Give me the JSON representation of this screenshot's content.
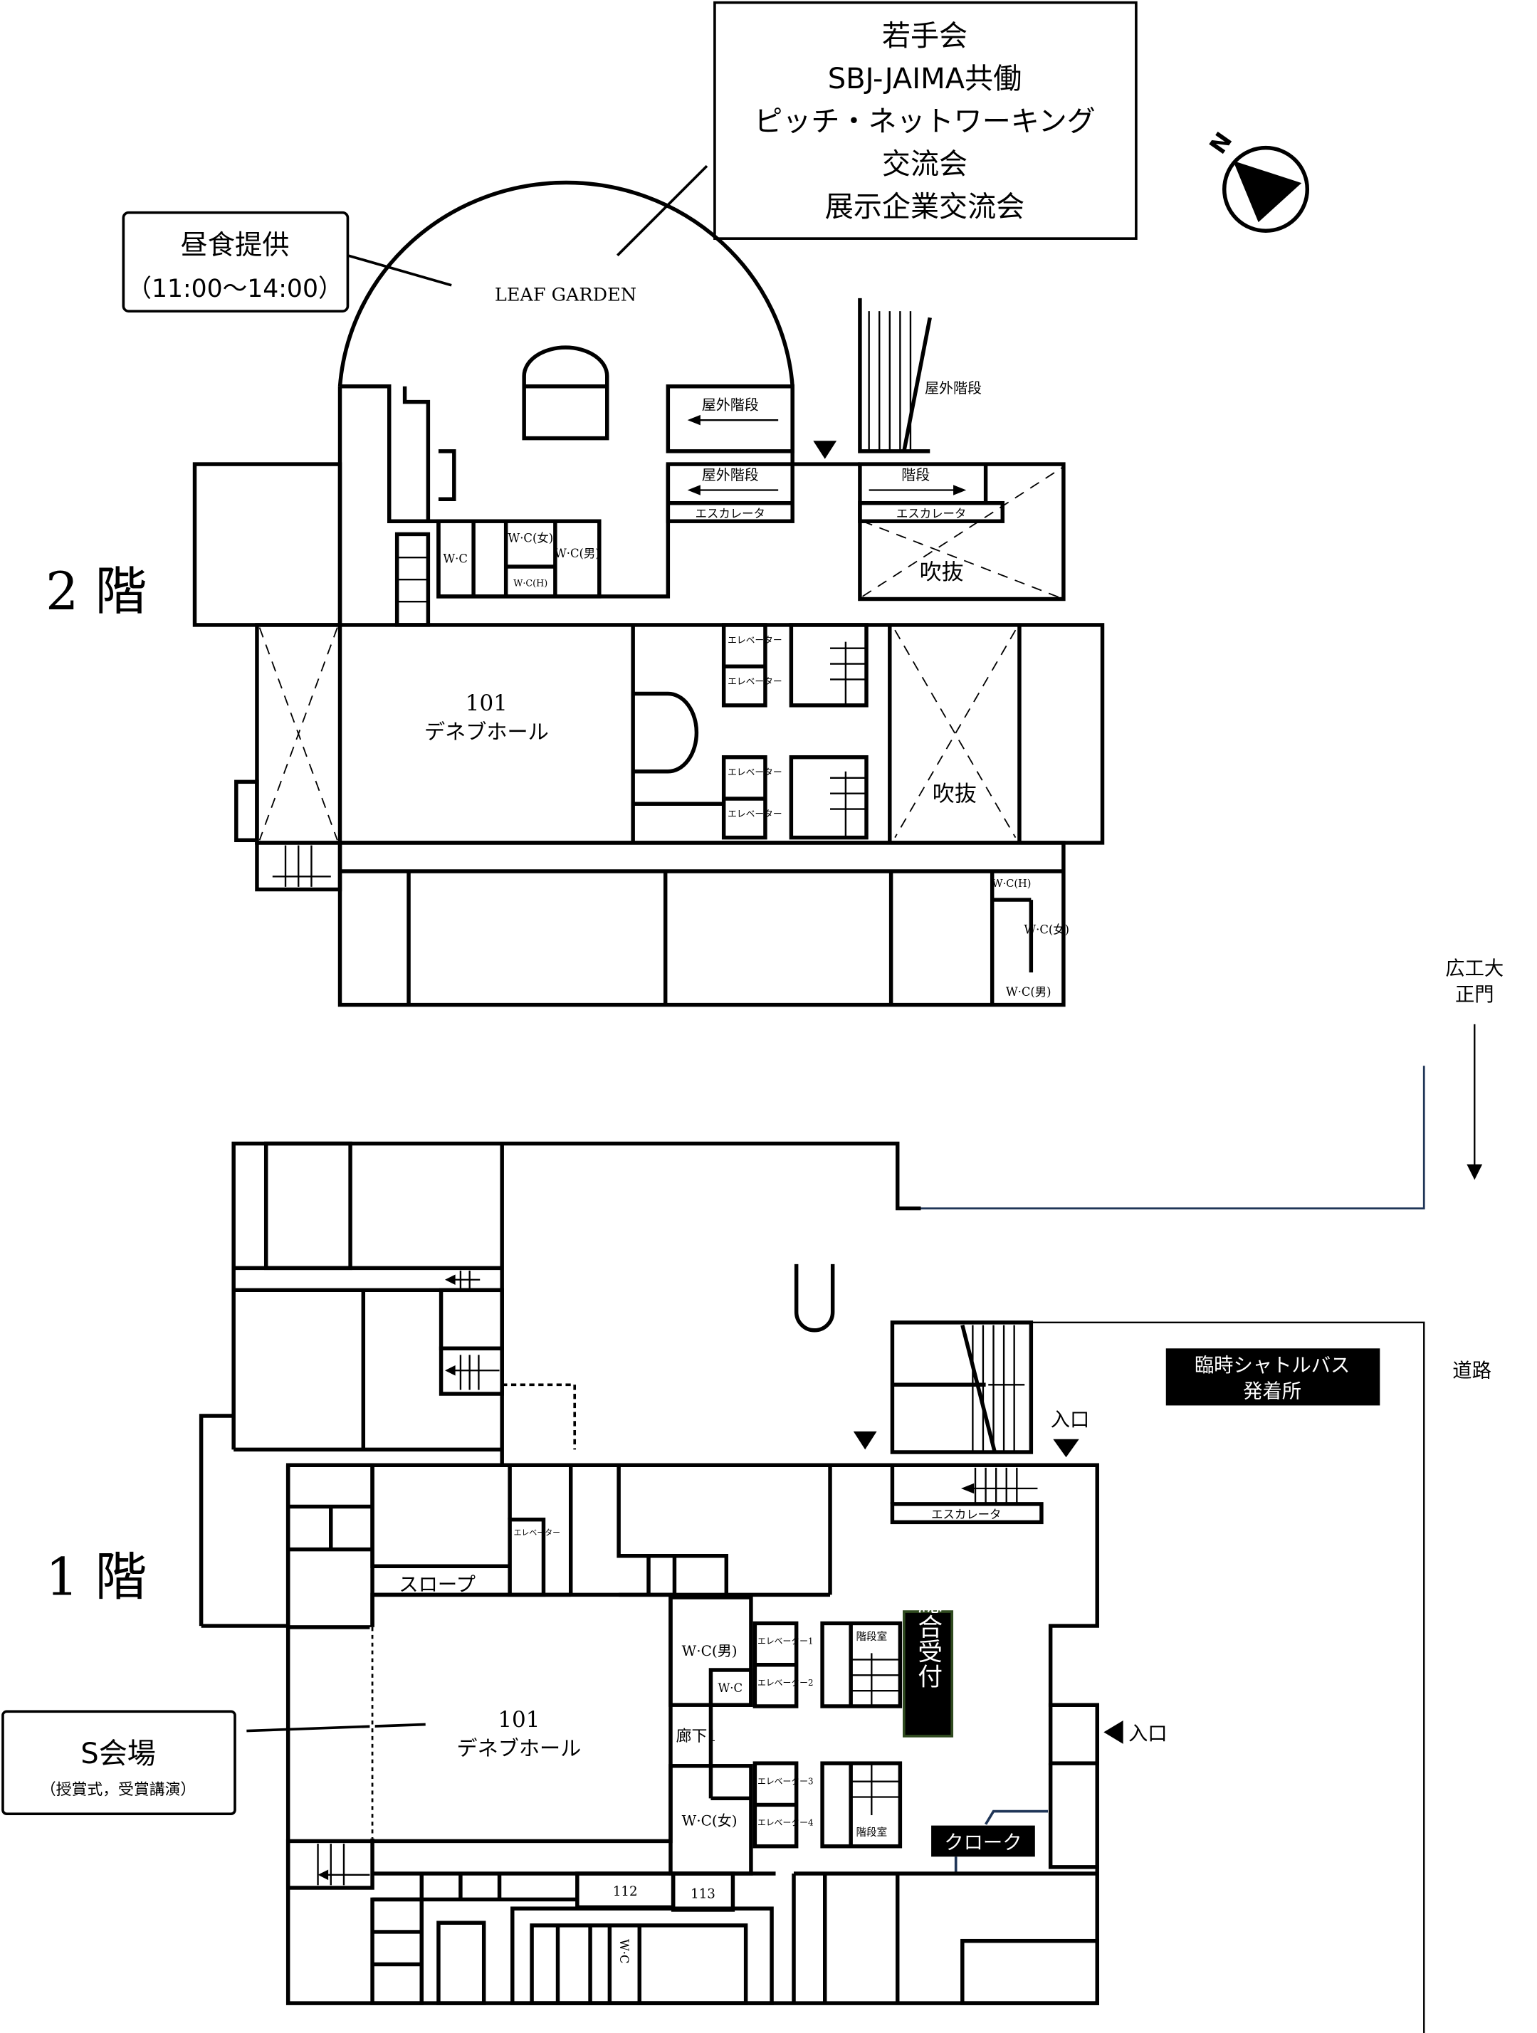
{
  "floors": {
    "second": "2 階",
    "first": "1 階"
  },
  "callouts": {
    "events": [
      "若手会",
      "SBJ-JAIMA共働",
      "ピッチ・ネットワーキング",
      "交流会",
      "展示企業交流会"
    ],
    "lunch": [
      "昼食提供",
      "（11:00〜14:00）"
    ],
    "s_venue": [
      "S会場",
      "（授賞式，受賞講演）"
    ]
  },
  "compass": {
    "north": "N"
  },
  "second_floor": {
    "leaf_garden": "LEAF GARDEN",
    "outdoor_stairs": [
      "屋外階段",
      "屋外階段",
      "屋外階段"
    ],
    "stairs": "階段",
    "escalators": [
      "エスカレータ",
      "エスカレータ"
    ],
    "atrium": [
      "吹抜",
      "吹抜"
    ],
    "wc": [
      "W·C",
      "W·C(女)",
      "W·C(H)",
      "W·C(男)"
    ],
    "elevators": [
      "エレベーター",
      "エレベーター",
      "エレベーター",
      "エレベーター"
    ],
    "hall_number": "101",
    "hall_name": "デネブホール",
    "wc_lower": [
      "W·C(H)",
      "W·C(女)",
      "W·C(男)"
    ]
  },
  "outside": {
    "main_gate": [
      "広工大",
      "正門"
    ],
    "road": "道路",
    "shuttle": [
      "臨時シャトルバス",
      "発着所"
    ],
    "entrances": [
      "入口",
      "入口"
    ]
  },
  "first_floor": {
    "escalator": "エスカレータ",
    "elevator_small": "エレベーター",
    "slope": "スロープ",
    "wc_men": "W·C(男)",
    "wc": "W·C",
    "elevators": [
      "エレベーター1",
      "エレベーター2",
      "エレベーター3",
      "エレベーター4"
    ],
    "stair_rooms": [
      "階段室",
      "階段室"
    ],
    "reception": "総合受付",
    "corridor": "廊下1",
    "wc_women": "W·C(女)",
    "hall_number": "101",
    "hall_name": "デネブホール",
    "cloak": "クローク",
    "rooms": [
      "112",
      "113"
    ],
    "wc_bottom": "W·C"
  },
  "colors": {
    "reception_border": "#2f4a1f",
    "line_blue": "#1f3557"
  }
}
